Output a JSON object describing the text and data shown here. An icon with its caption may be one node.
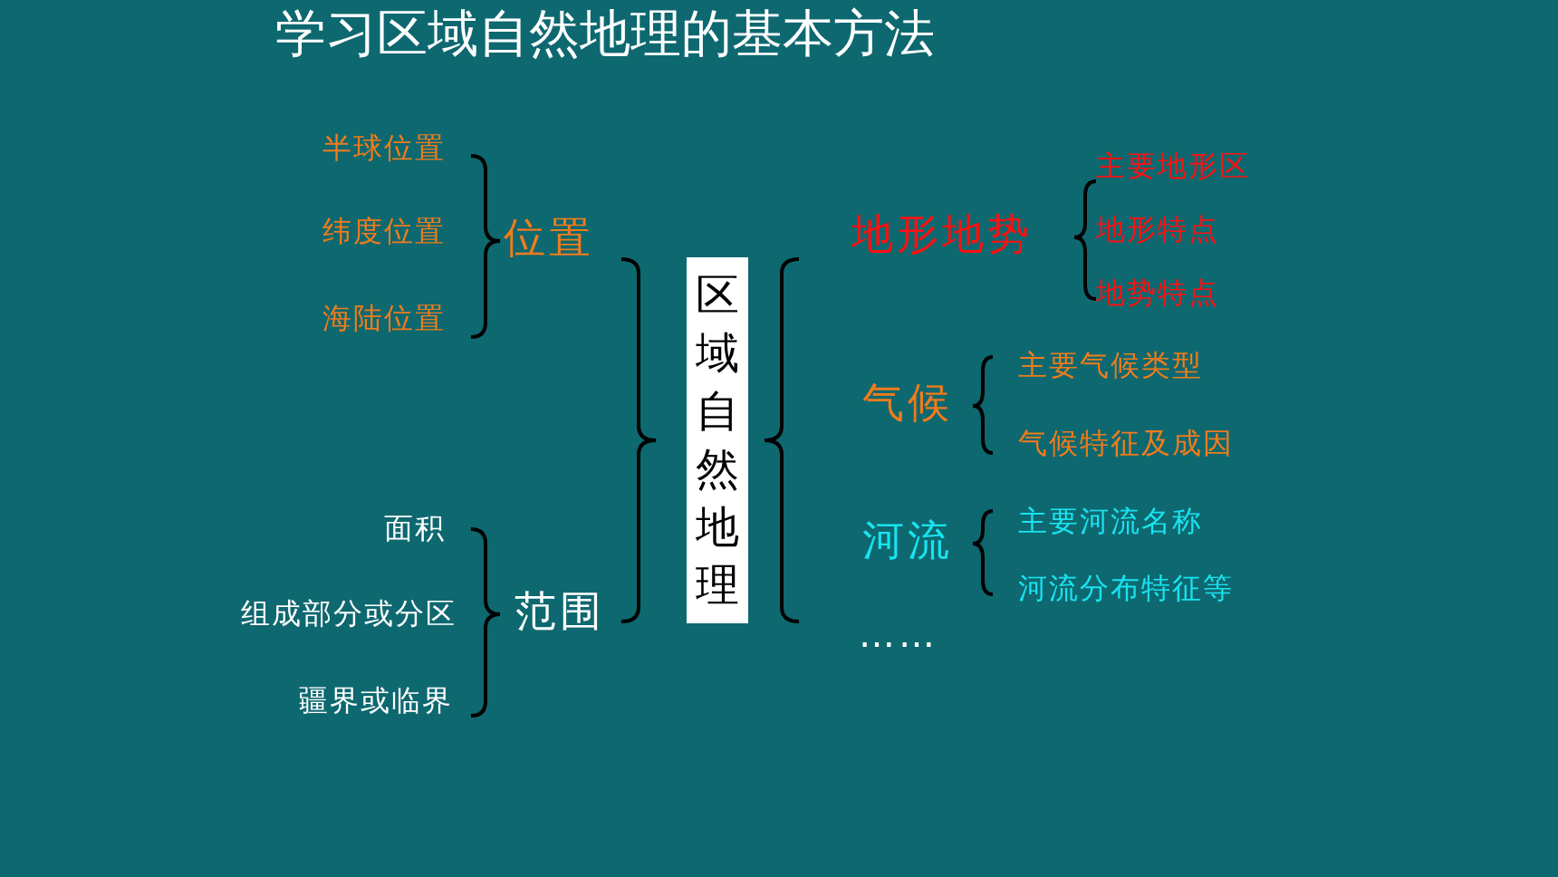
{
  "diagram": {
    "title": "学习区域自然地理的基本方法",
    "nodes": [
      {
        "text": [
          "区域自然地理"
        ]
      }
    ],
    "labels": [
      "半球位置",
      "纬度位置",
      "海陆位置",
      "位置",
      "面积",
      "组成部分或分区",
      "疆界或临界",
      "范围",
      "地形地势",
      "主要地形区",
      "地形特点",
      "地势特点",
      "气候",
      "主要气候类型",
      "气候特征及成因",
      "河流",
      "主要河流名称",
      "河流分布特征等",
      "……"
    ]
  }
}
